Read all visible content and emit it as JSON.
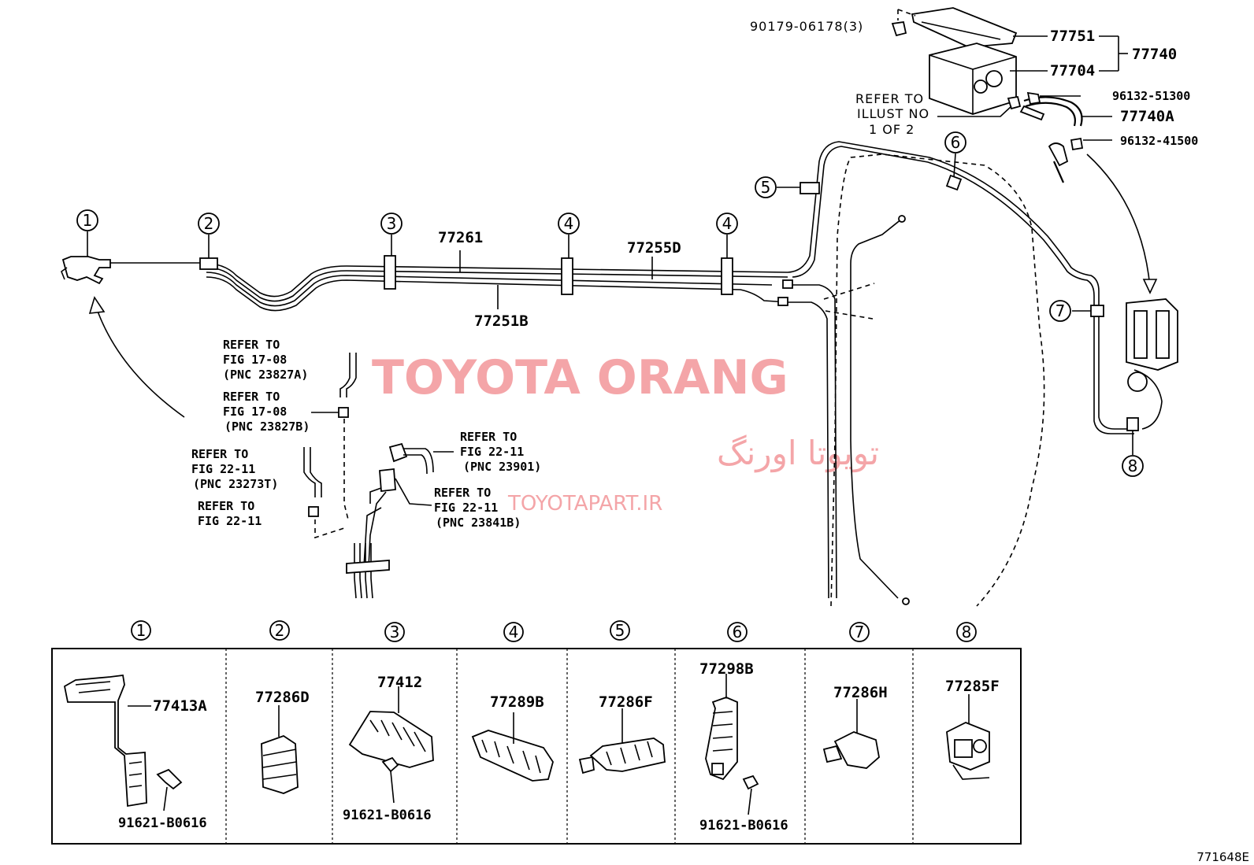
{
  "title": "",
  "watermark": {
    "latin": "TOYOTA ORANG",
    "persian": "تويوتا اورنگ",
    "site": "TOYOTAPART.IR"
  },
  "callouts": {
    "c1": "1",
    "c2": "2",
    "c3": "3",
    "c4a": "4",
    "c4b": "4",
    "c5": "5",
    "c6": "6",
    "c7": "7",
    "c8": "8"
  },
  "parts": {
    "p90179": "90179-06178(3)",
    "p77751": "77751",
    "p77740": "77740",
    "p77704": "77704",
    "p96132_51300": "96132-51300",
    "p77740A": "77740A",
    "p96132_41500": "96132-41500",
    "p77261": "77261",
    "p77255D": "77255D",
    "p77251B": "77251B"
  },
  "refs": {
    "illust": [
      "REFER TO",
      "ILLUST NO",
      "1 OF 2"
    ],
    "fig1708a": [
      "REFER TO",
      "FIG 17-08",
      "(PNC 23827A)"
    ],
    "fig1708b": [
      "REFER TO",
      "FIG 17-08",
      "(PNC 23827B)"
    ],
    "fig2211a": [
      "REFER TO",
      "FIG 22-11",
      "(PNC 23273T)"
    ],
    "fig2211b": [
      "REFER TO",
      "FIG 22-11"
    ],
    "fig2211c": [
      "REFER TO",
      "FIG 22-11",
      "(PNC 23901)"
    ],
    "fig2211d": [
      "REFER TO",
      "FIG 22-11",
      "(PNC 23841B)"
    ]
  },
  "detail_cells": [
    {
      "num": "1",
      "parts": [
        "77413A",
        "91621-B0616"
      ]
    },
    {
      "num": "2",
      "parts": [
        "77286D"
      ]
    },
    {
      "num": "3",
      "parts": [
        "77412",
        "91621-B0616"
      ]
    },
    {
      "num": "4",
      "parts": [
        "77289B"
      ]
    },
    {
      "num": "5",
      "parts": [
        "77286F"
      ]
    },
    {
      "num": "6",
      "parts": [
        "77298B",
        "91621-B0616"
      ]
    },
    {
      "num": "7",
      "parts": [
        "77286H"
      ]
    },
    {
      "num": "8",
      "parts": [
        "77285F"
      ]
    }
  ],
  "drawing_code": "771648E"
}
